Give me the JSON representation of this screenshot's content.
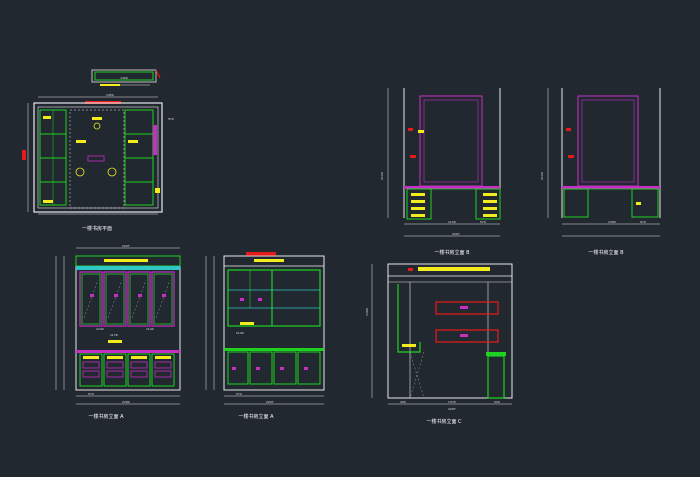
{
  "colors": {
    "background": "#212830",
    "white": "#e8e8e8",
    "green": "#21d121",
    "magenta": "#c62fc6",
    "yellow": "#f2ec1d",
    "red": "#e51a1a",
    "cyan": "#2fc6c6",
    "label": "#ffffff"
  },
  "labels": {
    "plan": "一楼书房平面",
    "elev_a1": "一楼书房立面 A",
    "elev_a2": "一楼书房立面 A",
    "elev_b1": "一楼书房立面 B",
    "elev_b2": "一楼书房立面 B",
    "elev_c": "一楼书房立面 C"
  },
  "dims": {
    "plan_top": "1450",
    "plan_badge": "1450",
    "plan_side": "570",
    "a1_total": "2297",
    "a1_bottom": "2280",
    "a1_mid1": "1240",
    "a1_mid2": "1176",
    "a1_mid3": "1140",
    "a1_seg": "570",
    "a2_total": "2297",
    "a2_mid": "1140",
    "a2_seg": "570",
    "b1_total": "2297",
    "b1_seg1": "1130",
    "b1_seg2": "570",
    "b1_height": "2520",
    "b2_seg1": "1300",
    "b2_seg2": "570",
    "b2_height": "2520",
    "c_total": "2297",
    "c_seg1": "400",
    "c_seg2": "1376",
    "c_seg3": "520",
    "c_height": "1300"
  }
}
